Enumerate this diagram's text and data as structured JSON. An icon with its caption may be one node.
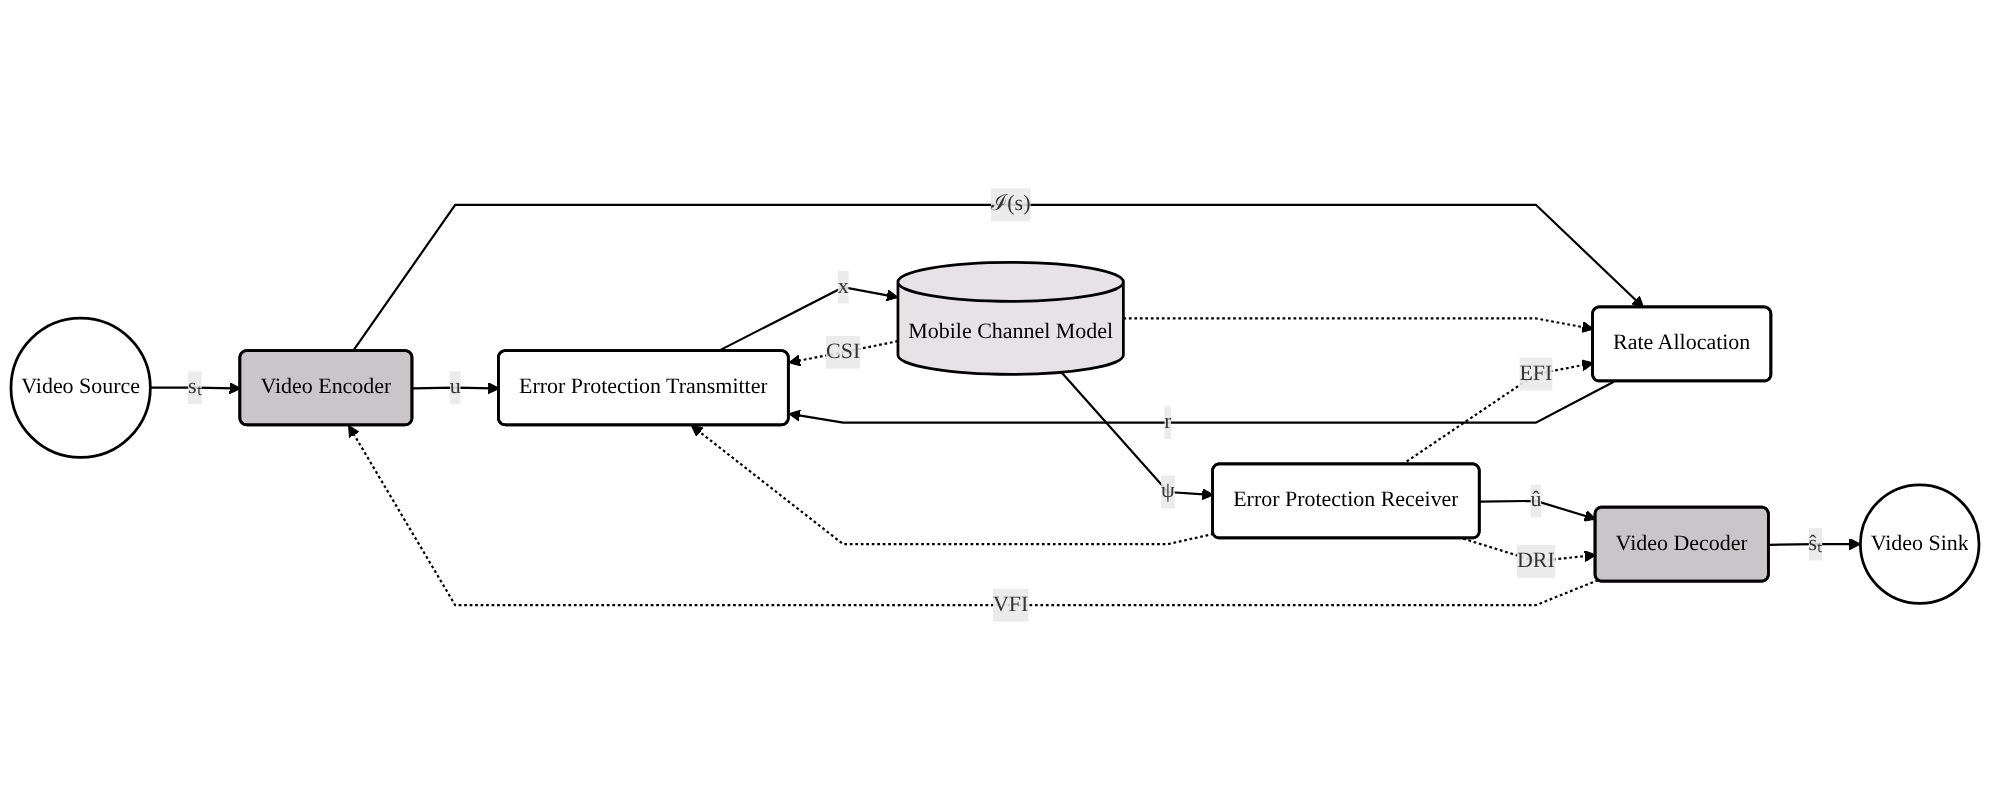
{
  "diagram": {
    "nodes": [
      {
        "text": [
          "Video Source"
        ]
      },
      {
        "text": [
          "Video Encoder"
        ]
      },
      {
        "text": [
          "Rate Allocation"
        ]
      },
      {
        "text": [
          "Error Protection Transmitter"
        ]
      },
      {
        "text": [
          "Mobile Channel Model"
        ]
      },
      {
        "text": [
          "Video Sink"
        ]
      },
      {
        "text": [
          "Video Decoder"
        ]
      },
      {
        "text": [
          "Error Protection Receiver"
        ]
      }
    ],
    "edges": [
      {
        "from": 0,
        "to": 1,
        "arrow": "to",
        "label": "sₜ"
      },
      {
        "from": 1,
        "to": 3,
        "arrow": "to",
        "label": "u"
      },
      {
        "from": 1,
        "to": 2,
        "arrow": "to",
        "label": "ℐ(s)"
      },
      {
        "from": 2,
        "to": 3,
        "arrow": "to",
        "label": "r"
      },
      {
        "from": 3,
        "to": 4,
        "arrow": "to",
        "label": "x"
      },
      {
        "from": 4,
        "to": 3,
        "arrow": "to",
        "style": "dashed",
        "label": "CSI"
      },
      {
        "from": 4,
        "to": 2,
        "arrow": "to",
        "style": "dashed"
      },
      {
        "from": 7,
        "to": 2,
        "arrow": "to",
        "style": "dashed",
        "label": "EFI"
      },
      {
        "from": 7,
        "to": 3,
        "arrow": "to",
        "style": "dashed"
      },
      {
        "from": 6,
        "to": 1,
        "arrow": "to",
        "style": "dashed",
        "label": "VFI"
      },
      {
        "from": 4,
        "to": 7,
        "arrow": "to",
        "label": "ψ"
      },
      {
        "from": 7,
        "to": 6,
        "arrow": "to",
        "label": "û"
      },
      {
        "from": 6,
        "to": 5,
        "arrow": "to",
        "label": "ŝₜ"
      },
      {
        "from": 7,
        "to": 6,
        "arrow": "to",
        "style": "dashed",
        "label": "DRI"
      }
    ]
  }
}
